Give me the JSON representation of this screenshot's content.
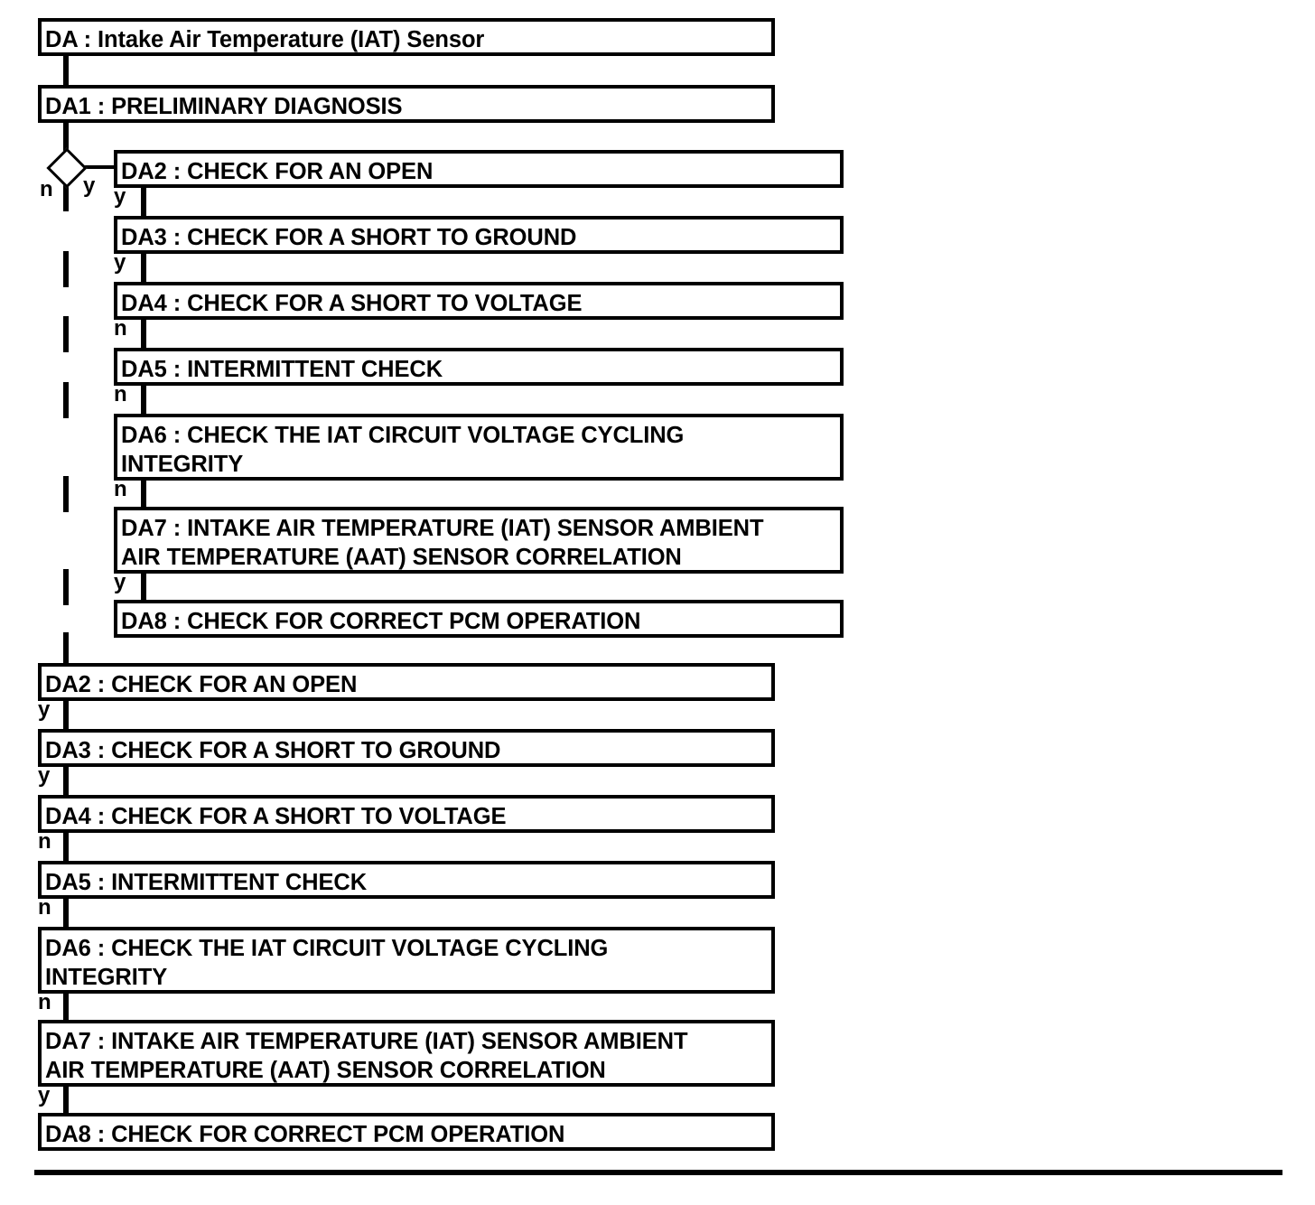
{
  "document": {
    "title": "DA : Intake Air Temperature (IAT) Sensor"
  },
  "diagram": {
    "type": "flowchart",
    "title_node": {
      "id": "DA",
      "label": "DA : Intake Air Temperature (IAT) Sensor"
    },
    "root_node": {
      "id": "DA1",
      "label": "DA1 : PRELIMINARY DIAGNOSIS"
    },
    "decision": {
      "shape": "diamond",
      "yes_label": "y",
      "no_label": "n"
    },
    "branch_yes": {
      "entry_label": "y",
      "steps": [
        {
          "id": "DA2",
          "label": "DA2 : CHECK FOR AN OPEN",
          "edge_label": "y"
        },
        {
          "id": "DA3",
          "label": "DA3 : CHECK FOR A SHORT TO GROUND",
          "edge_label": "y"
        },
        {
          "id": "DA4",
          "label": "DA4 : CHECK FOR A SHORT TO VOLTAGE",
          "edge_label": "n"
        },
        {
          "id": "DA5",
          "label": "DA5 : INTERMITTENT CHECK",
          "edge_label": "n"
        },
        {
          "id": "DA6",
          "label_line1": "DA6 : CHECK THE IAT CIRCUIT VOLTAGE CYCLING",
          "label_line2": "INTEGRITY",
          "edge_label": "n"
        },
        {
          "id": "DA7",
          "label_line1": "DA7 : INTAKE AIR TEMPERATURE (IAT) SENSOR AMBIENT",
          "label_line2": "AIR TEMPERATURE (AAT) SENSOR CORRELATION",
          "edge_label": "y"
        },
        {
          "id": "DA8",
          "label": "DA8 : CHECK FOR CORRECT PCM OPERATION",
          "edge_label": ""
        }
      ]
    },
    "branch_no": {
      "steps": [
        {
          "id": "DA2",
          "label": "DA2 : CHECK FOR AN OPEN",
          "edge_label": "y"
        },
        {
          "id": "DA3",
          "label": "DA3 : CHECK FOR A SHORT TO GROUND",
          "edge_label": "y"
        },
        {
          "id": "DA4",
          "label": "DA4 : CHECK FOR A SHORT TO VOLTAGE",
          "edge_label": "n"
        },
        {
          "id": "DA5",
          "label": "DA5 : INTERMITTENT CHECK",
          "edge_label": "n"
        },
        {
          "id": "DA6",
          "label_line1": "DA6 : CHECK THE IAT CIRCUIT VOLTAGE CYCLING",
          "label_line2": "INTEGRITY",
          "edge_label": "n"
        },
        {
          "id": "DA7",
          "label_line1": "DA7 : INTAKE AIR TEMPERATURE (IAT) SENSOR AMBIENT",
          "label_line2": "AIR TEMPERATURE (AAT) SENSOR CORRELATION",
          "edge_label": "y"
        },
        {
          "id": "DA8",
          "label": "DA8 : CHECK FOR CORRECT PCM OPERATION",
          "edge_label": ""
        }
      ]
    },
    "colors": {
      "stroke": "#000000",
      "fill": "#ffffff",
      "text": "#000000"
    }
  }
}
